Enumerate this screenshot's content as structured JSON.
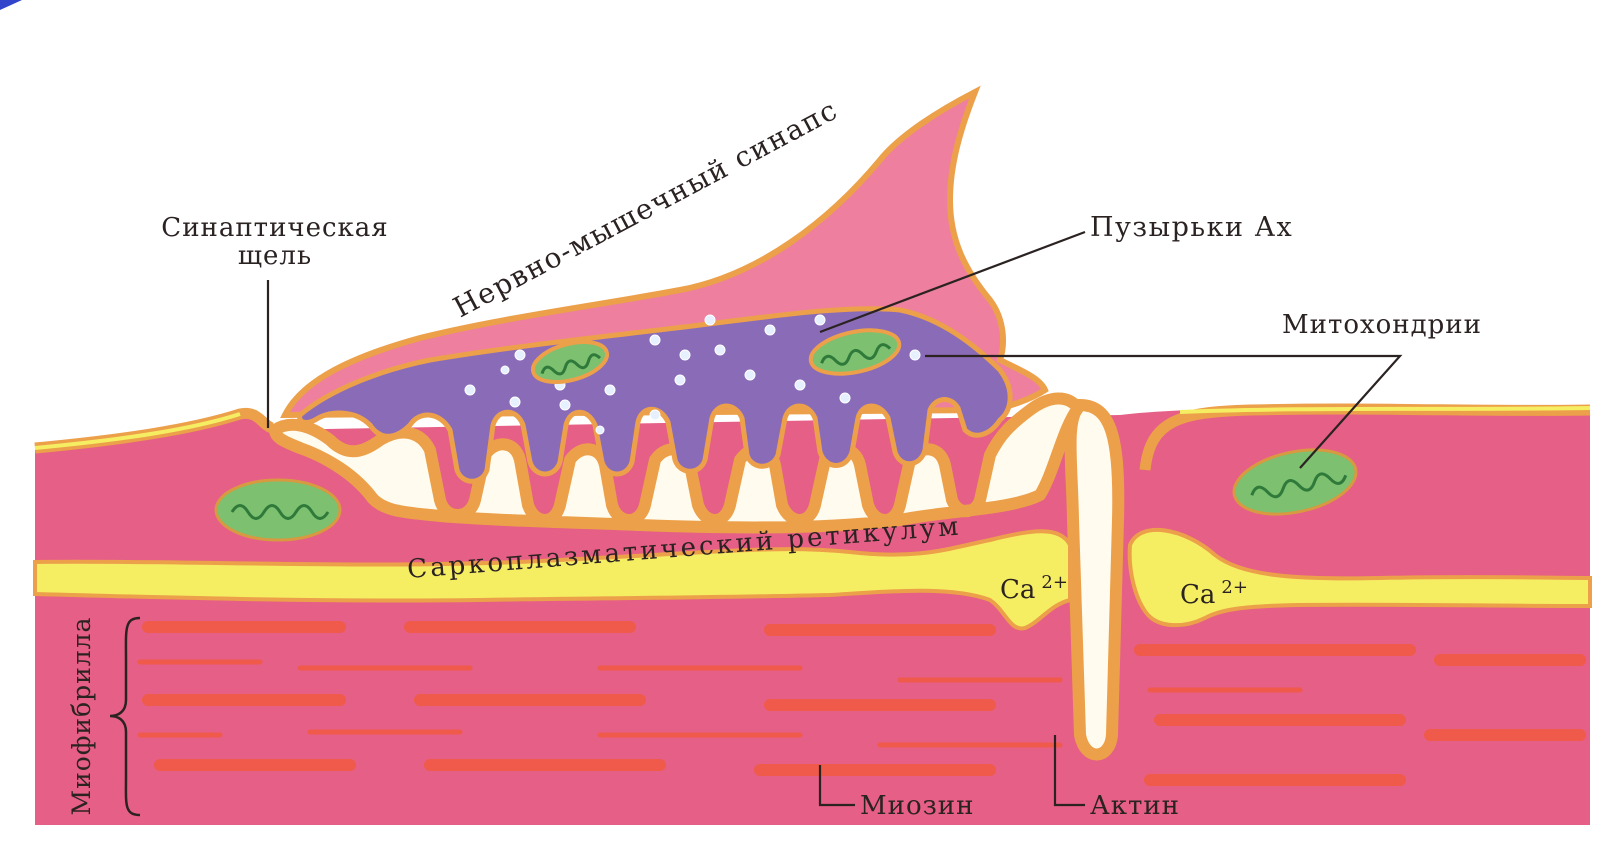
{
  "labels": {
    "synaptic_cleft_line1": "Синаптическая",
    "synaptic_cleft_line2": "щель",
    "neuromuscular_synapse": "Нервно-мышечный синапс",
    "ach_vesicles": "Пузырьки Ах",
    "mitochondria": "Митохондрии",
    "sarcoplasmic_reticulum": "Саркоплазматический ретикулум",
    "ca_left": "Ca",
    "ca_left_sup": "2+",
    "ca_right": "Ca",
    "ca_right_sup": "2+",
    "myofibril": "Миофибрилла",
    "myosin": "Миозин",
    "actin": "Актин"
  },
  "colors": {
    "muscle_pink": "#e65f86",
    "nerve_pink": "#ee7f9e",
    "membrane_orange": "#eca04a",
    "reticulum_yellow": "#f5ee63",
    "axon_purple": "#8a6bb8",
    "mito_green": "#7cc070",
    "fibril_red": "#f05a4a",
    "cleft_white": "#fffbee"
  }
}
